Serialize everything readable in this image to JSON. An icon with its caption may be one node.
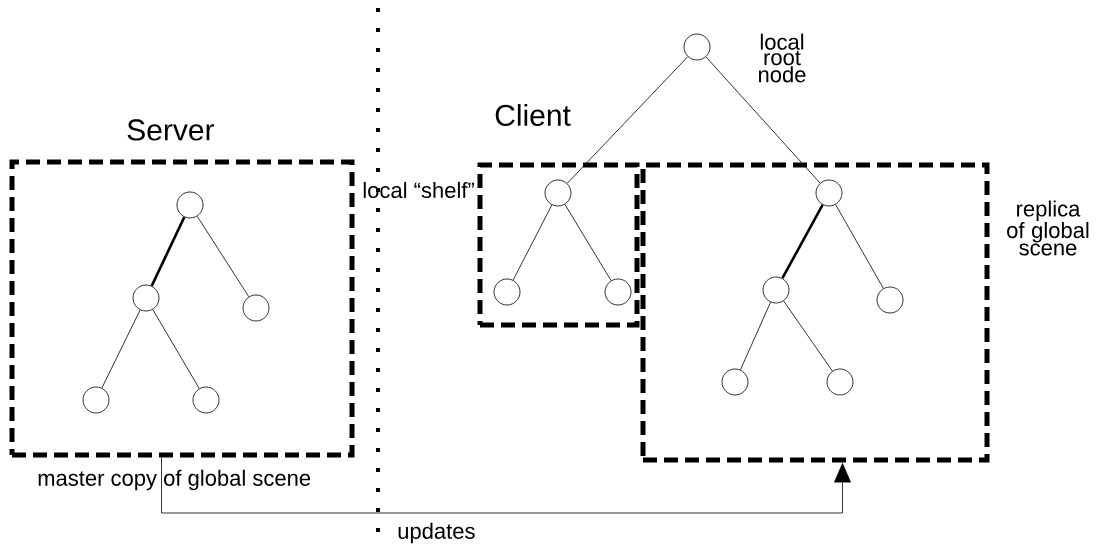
{
  "diagram": {
    "nodes": [
      {
        "text": [
          "Server"
        ],
        "beside": [
          "master copy of global scene"
        ]
      },
      {
        "text": [],
        "shape": "circle",
        "in": 0
      },
      {
        "text": [],
        "shape": "circle",
        "in": 0
      },
      {
        "text": [],
        "shape": "circle",
        "in": 0
      },
      {
        "text": [],
        "shape": "circle",
        "in": 0
      },
      {
        "text": [],
        "shape": "circle",
        "in": 0
      },
      {
        "text": [],
        "shape": "circle",
        "beside": [
          "local root node"
        ]
      },
      {
        "text": [
          "local “shelf”"
        ]
      },
      {
        "text": [],
        "shape": "circle",
        "in": 7
      },
      {
        "text": [],
        "shape": "circle",
        "in": 7
      },
      {
        "text": [],
        "shape": "circle",
        "in": 7
      },
      {
        "text": [
          "replica of global scene"
        ]
      },
      {
        "text": [],
        "shape": "circle",
        "in": 11
      },
      {
        "text": [],
        "shape": "circle",
        "in": 11
      },
      {
        "text": [],
        "shape": "circle",
        "in": 11
      },
      {
        "text": [],
        "shape": "circle",
        "in": 11
      },
      {
        "text": [],
        "shape": "circle",
        "in": 11
      }
    ],
    "edges": [
      {
        "from": 1,
        "to": 2,
        "arrow": "none",
        "style": "thick"
      },
      {
        "from": 1,
        "to": 3,
        "arrow": "none"
      },
      {
        "from": 2,
        "to": 4,
        "arrow": "none"
      },
      {
        "from": 2,
        "to": 5,
        "arrow": "none"
      },
      {
        "from": 6,
        "to": 8,
        "arrow": "none"
      },
      {
        "from": 6,
        "to": 12,
        "arrow": "none"
      },
      {
        "from": 8,
        "to": 9,
        "arrow": "none"
      },
      {
        "from": 8,
        "to": 10,
        "arrow": "none"
      },
      {
        "from": 12,
        "to": 13,
        "arrow": "none",
        "style": "thick"
      },
      {
        "from": 12,
        "to": 14,
        "arrow": "none"
      },
      {
        "from": 13,
        "to": 15,
        "arrow": "none"
      },
      {
        "from": 13,
        "to": 16,
        "arrow": "none"
      },
      {
        "from": 0,
        "to": 11,
        "arrow": "to",
        "label": "updates"
      }
    ],
    "labels": [
      "Client"
    ]
  }
}
